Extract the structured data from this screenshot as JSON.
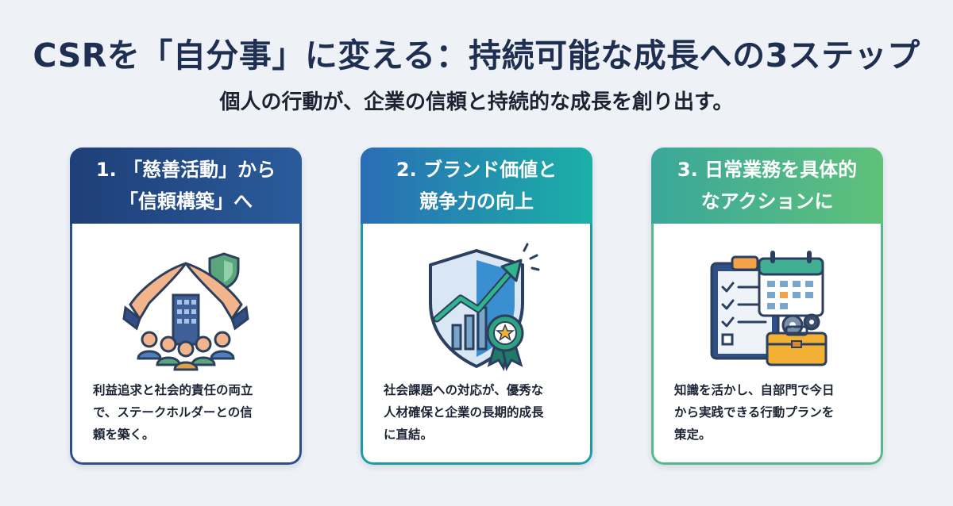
{
  "title": "CSRを「自分事」に変える：持続可能な成長への3ステップ",
  "subtitle": "個人の行動が、企業の信頼と持続的な成長を創り出す。",
  "cards": [
    {
      "heading_line1": "1. 「慈善活動」から",
      "heading_line2": "「信頼構築」へ",
      "icon": "protecting-hands-community-icon",
      "desc_line1": "利益追求と社会的責任の両立",
      "desc_line2": "で、ステークホルダーとの信",
      "desc_line3": "頼を築く。"
    },
    {
      "heading_line1": "2. ブランド価値と",
      "heading_line2": "競争力の向上",
      "icon": "shield-growth-award-icon",
      "desc_line1": "社会課題への対応が、優秀な",
      "desc_line2": "人材確保と企業の長期的成長",
      "desc_line3": "に直結。"
    },
    {
      "heading_line1": "3. 日常業務を具体的",
      "heading_line2": "なアクションに",
      "icon": "checklist-calendar-toolbox-icon",
      "desc_line1": "知識を活かし、自部門で今日",
      "desc_line2": "から実践できる行動プランを",
      "desc_line3": "策定。"
    }
  ],
  "colors": {
    "title": "#1f2f52",
    "card1_accent": "#2a4f8c",
    "card2_accent": "#1f9aa8",
    "card3_accent": "#56b98a",
    "background": "#eef1f6"
  }
}
